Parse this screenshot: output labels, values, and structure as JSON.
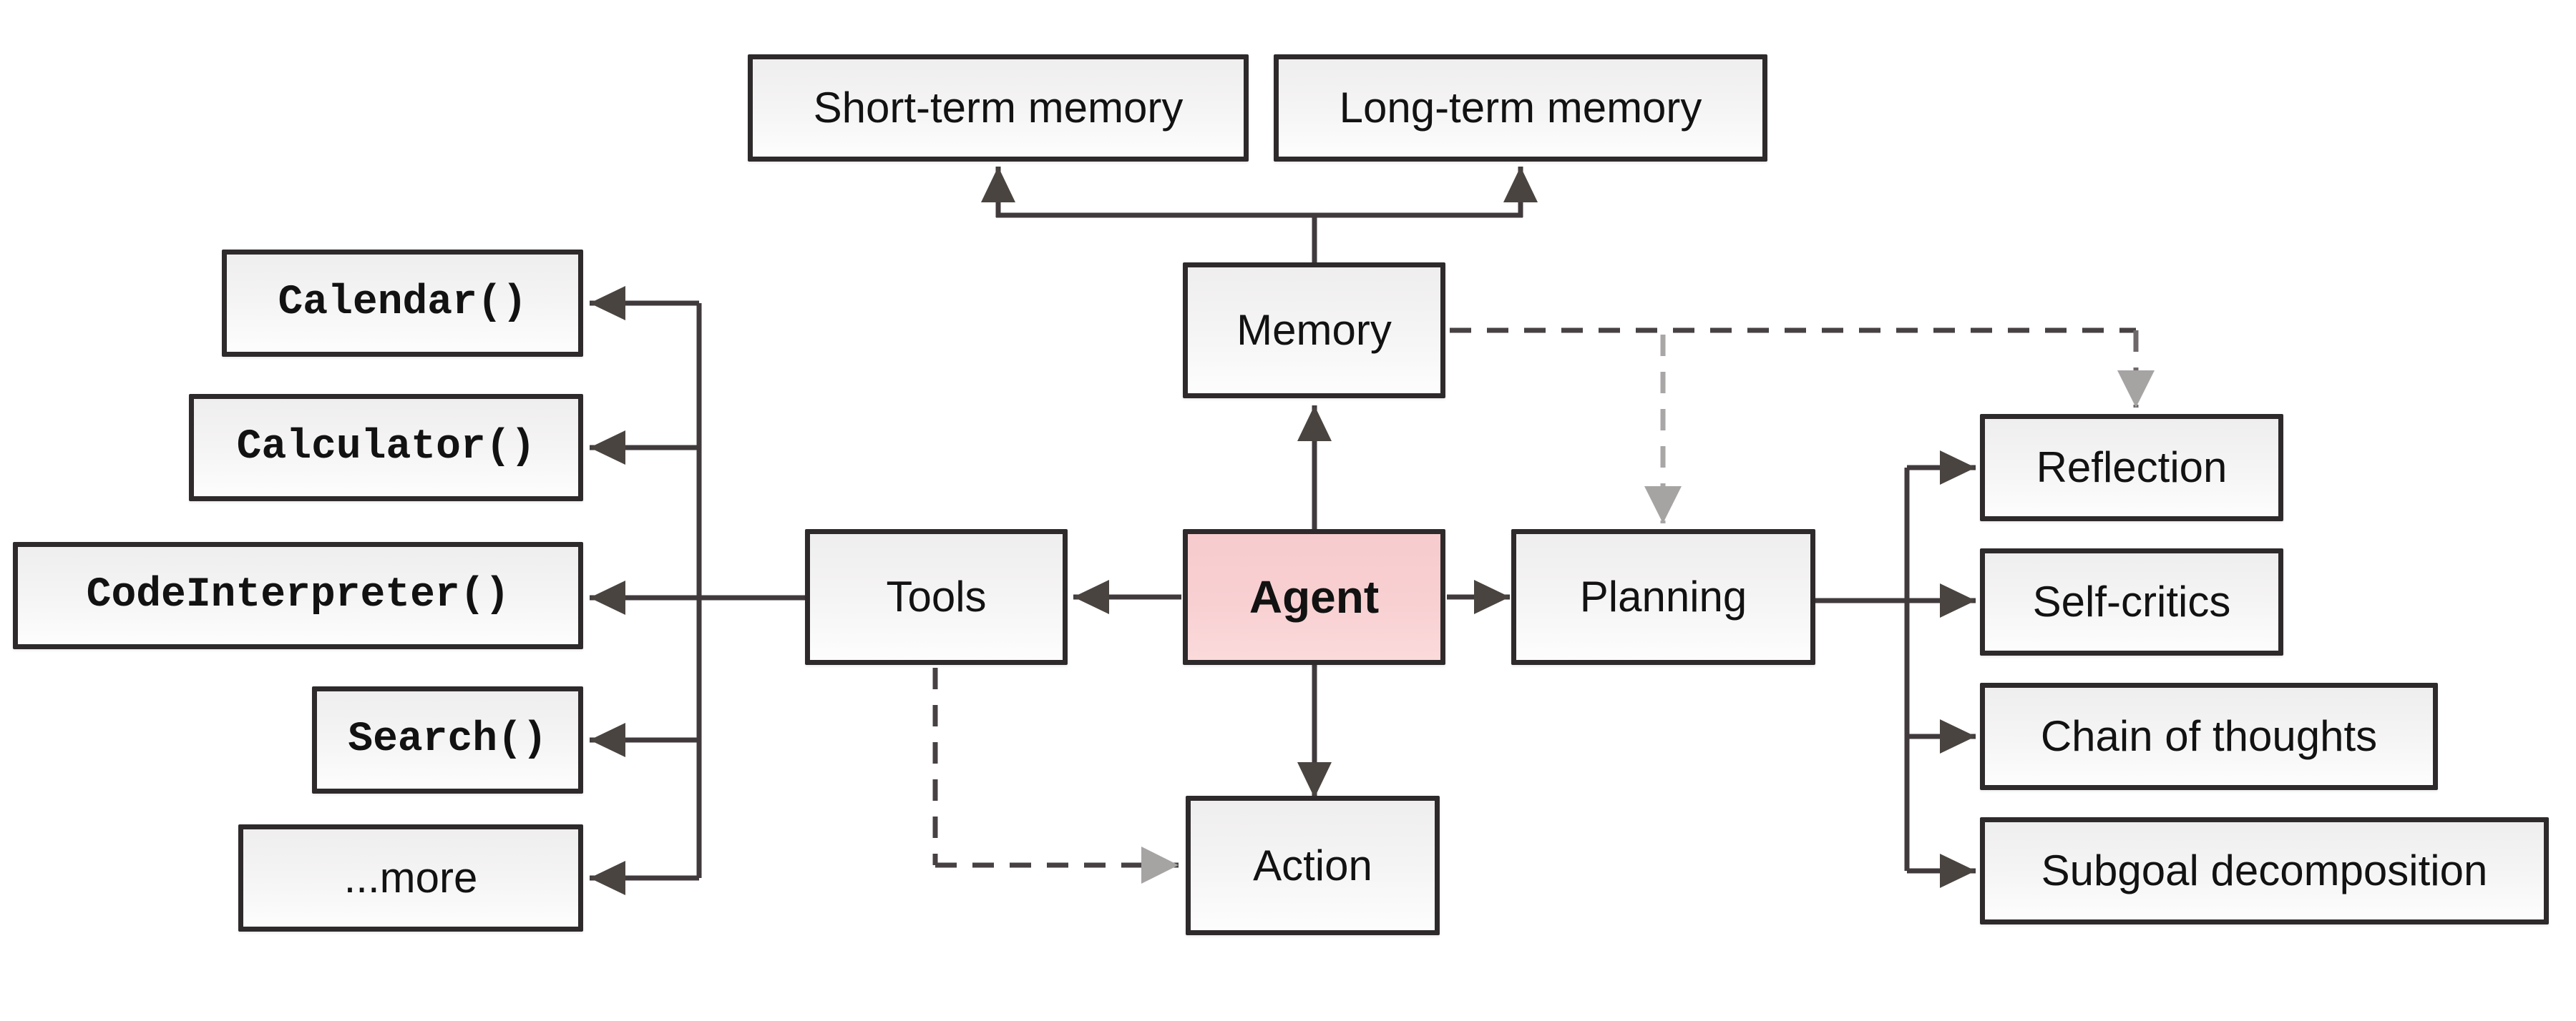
{
  "diagram": {
    "title": "Agent overview diagram",
    "colors": {
      "background": "#ffffff",
      "node_fill": "#f4f3f3",
      "node_border": "#2e2a2b",
      "agent_fill": "#f8d0d2",
      "solid_line": "#403a3d",
      "solid_arrowhead": "#4a4440",
      "dashed_line": "#474143",
      "dashed_arrowhead": "#a6a3a3"
    },
    "nodes": {
      "short_term_memory": {
        "label": "Short-term memory"
      },
      "long_term_memory": {
        "label": "Long-term memory"
      },
      "memory": {
        "label": "Memory"
      },
      "tools": {
        "label": "Tools"
      },
      "agent": {
        "label": "Agent"
      },
      "planning": {
        "label": "Planning"
      },
      "action": {
        "label": "Action"
      },
      "calendar": {
        "label": "Calendar()"
      },
      "calculator": {
        "label": "Calculator()"
      },
      "code_interpreter": {
        "label": "CodeInterpreter()"
      },
      "search": {
        "label": "Search()"
      },
      "more": {
        "label": "...more"
      },
      "reflection": {
        "label": "Reflection"
      },
      "self_critics": {
        "label": "Self-critics"
      },
      "chain_of_thoughts": {
        "label": "Chain of thoughts"
      },
      "subgoal_decomposition": {
        "label": "Subgoal decomposition"
      }
    },
    "edges": [
      {
        "from": "memory",
        "to": "short_term_memory",
        "style": "solid-arrow"
      },
      {
        "from": "memory",
        "to": "long_term_memory",
        "style": "solid-arrow"
      },
      {
        "from": "agent",
        "to": "memory",
        "style": "solid-arrow"
      },
      {
        "from": "agent",
        "to": "tools",
        "style": "solid-arrow"
      },
      {
        "from": "agent",
        "to": "planning",
        "style": "solid-arrow"
      },
      {
        "from": "agent",
        "to": "action",
        "style": "solid-arrow"
      },
      {
        "from": "tools",
        "to": "calendar",
        "style": "solid-arrow"
      },
      {
        "from": "tools",
        "to": "calculator",
        "style": "solid-arrow"
      },
      {
        "from": "tools",
        "to": "code_interpreter",
        "style": "solid-arrow"
      },
      {
        "from": "tools",
        "to": "search",
        "style": "solid-arrow"
      },
      {
        "from": "tools",
        "to": "more",
        "style": "solid-arrow"
      },
      {
        "from": "planning",
        "to": "reflection",
        "style": "solid-arrow"
      },
      {
        "from": "planning",
        "to": "self_critics",
        "style": "solid-arrow"
      },
      {
        "from": "planning",
        "to": "chain_of_thoughts",
        "style": "solid-arrow"
      },
      {
        "from": "planning",
        "to": "subgoal_decomposition",
        "style": "solid-arrow"
      },
      {
        "from": "memory",
        "to": "planning",
        "style": "dashed-arrow"
      },
      {
        "from": "memory",
        "to": "reflection",
        "style": "dashed-arrow"
      },
      {
        "from": "tools",
        "to": "action",
        "style": "dashed-arrow"
      }
    ]
  }
}
